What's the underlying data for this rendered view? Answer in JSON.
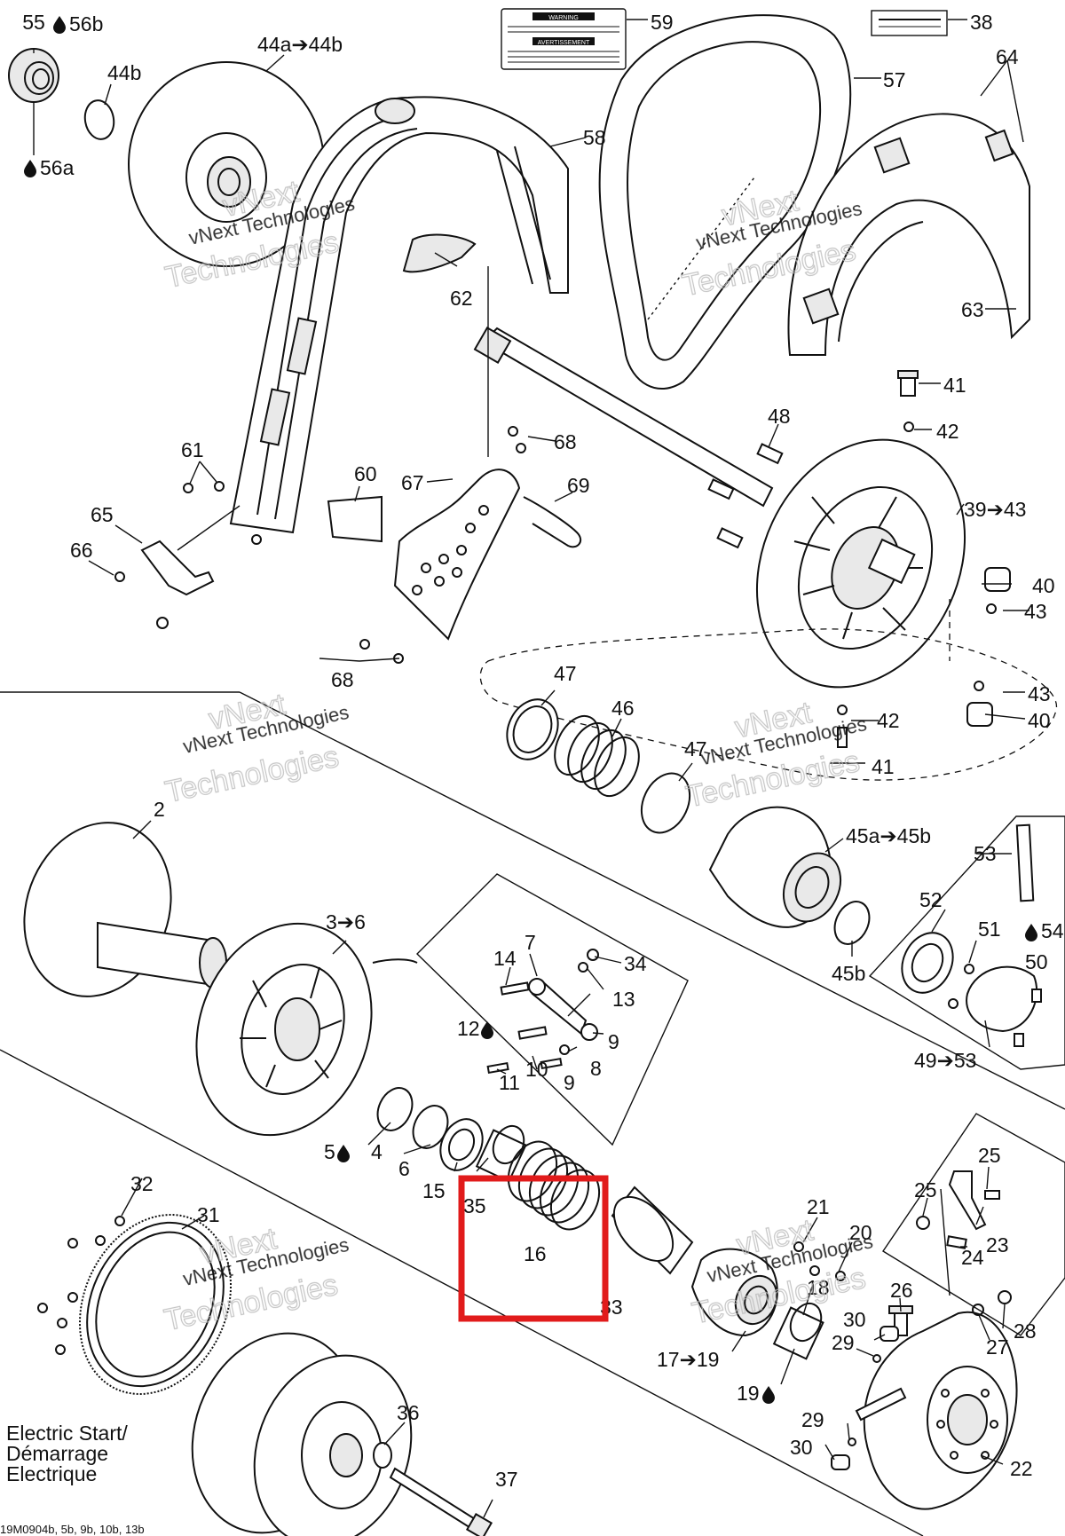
{
  "labels": {
    "l55": "55",
    "l56b": "56b",
    "l56a": "56a",
    "l44a44b": "44a➔44b",
    "l44b": "44b",
    "l59": "59",
    "l38": "38",
    "l57": "57",
    "l64": "64",
    "l58": "58",
    "l62": "62",
    "l63": "63",
    "l41a": "41",
    "l42a": "42",
    "l48": "48",
    "l68a": "68",
    "l67": "67",
    "l69": "69",
    "l61": "61",
    "l60": "60",
    "l65": "65",
    "l66": "66",
    "l3943": "39➔43",
    "l40a": "40",
    "l43a": "43",
    "l68b": "68",
    "l47a": "47",
    "l46": "46",
    "l43b": "43",
    "l42b": "42",
    "l40b": "40",
    "l47b": "47",
    "l41b": "41",
    "l2": "2",
    "l45a45b": "45a➔45b",
    "l53": "53",
    "l36": "3➔6",
    "l7": "7",
    "l14": "14",
    "l34": "34",
    "l13": "13",
    "l12": "12",
    "l9a": "9",
    "l10": "10",
    "l11": "11",
    "l9b": "9",
    "l8": "8",
    "l52": "52",
    "l51": "51",
    "l54": "54",
    "l50": "50",
    "l45b": "45b",
    "l4953": "49➔53",
    "l5": "5",
    "l4": "4",
    "l6": "6",
    "l15": "15",
    "l35": "35",
    "l16": "16",
    "l33": "33",
    "l32": "32",
    "l31": "31",
    "l21": "21",
    "l20": "20",
    "l18": "18",
    "l25a": "25",
    "l25b": "25",
    "l23": "23",
    "l24": "24",
    "l26": "26",
    "l28": "28",
    "l27": "27",
    "l30a": "30",
    "l29a": "29",
    "l1719": "17➔19",
    "l19": "19",
    "l29b": "29",
    "l30b": "30",
    "l22": "22",
    "l36b": "36",
    "l37": "37"
  },
  "watermark": {
    "brand": "vNext",
    "company": "vNext Technologies",
    "big": "Technologies"
  },
  "warning_label": {
    "title": "WARNING",
    "title_fr": "AVERTISSEMENT"
  },
  "electric_start": {
    "line1": "Electric Start/",
    "line2": "Démarrage",
    "line3": "Electrique"
  },
  "footer_ref": "19M0904b, 5b, 9b, 10b, 13b",
  "icons": {
    "lubricant": "oil-drop-icon"
  },
  "colors": {
    "highlight": "#e11b1b",
    "ink": "#111111"
  }
}
